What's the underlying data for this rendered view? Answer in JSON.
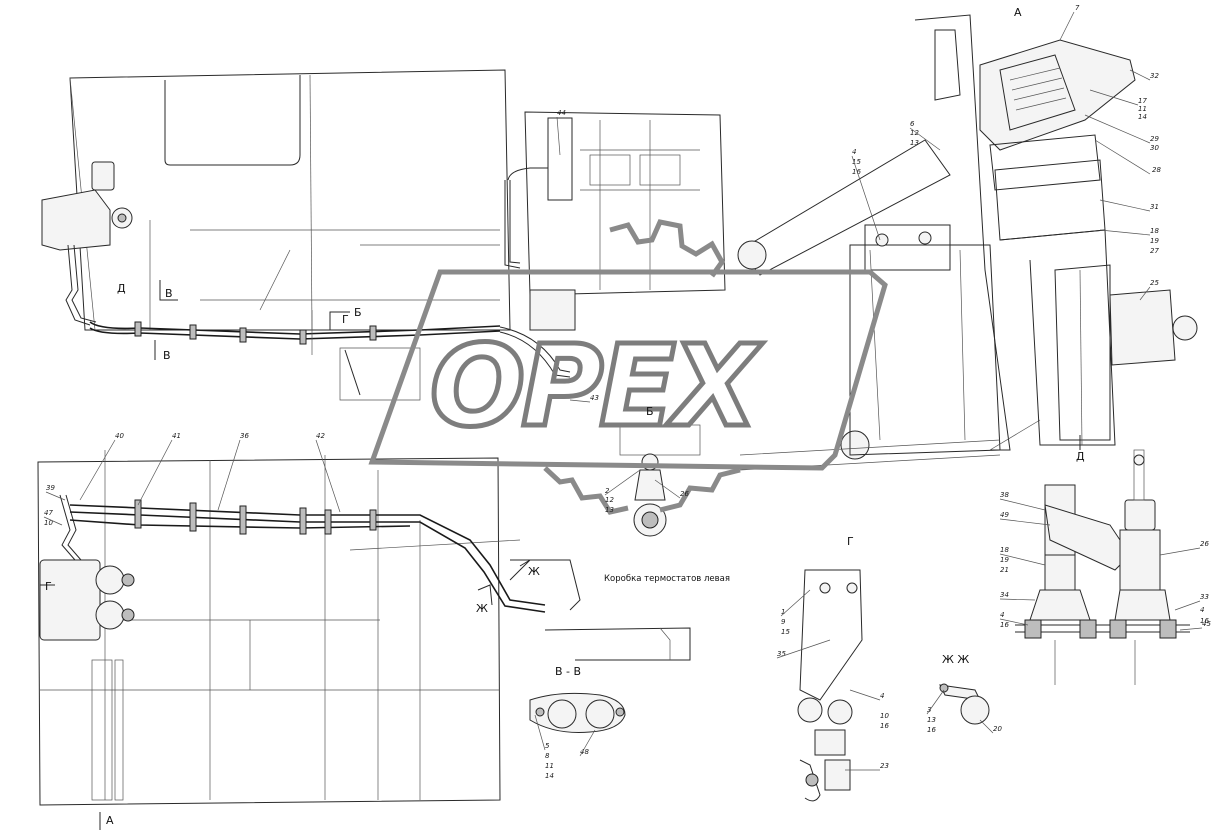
{
  "sections": {
    "a_top": "А",
    "a_bottom": "А",
    "b_top": "В",
    "b_bottom": "В",
    "g_arrow": "Г",
    "g_detail": "Г",
    "d_arrow": "Д",
    "d_detail": "Д",
    "b_cut": "Б",
    "b_view": "Б",
    "vv_detail": "В - В",
    "zh_detail": "Ж   Ж",
    "zh_arrow": "Ж"
  },
  "note_thermostat_box": "Коробка термостатов левая",
  "watermark": "OPEX",
  "callouts": {
    "c7": "7",
    "c32": "32",
    "c17": "17",
    "c11": "11",
    "c14a": "14",
    "c29": "29",
    "c30": "30",
    "c28": "28",
    "c31": "31",
    "c18": "18",
    "c19": "19",
    "c27": "27",
    "c25": "25",
    "c6": "6",
    "c12a": "12",
    "c13a": "13",
    "c4a": "4",
    "c15a": "15",
    "c16a": "16",
    "c44": "44",
    "c43": "43",
    "c2": "2",
    "c12b": "12",
    "c13b": "13",
    "c26": "26",
    "c40": "40",
    "c41": "41",
    "c36": "36",
    "c42": "42",
    "c39": "39",
    "c47": "47",
    "c10": "10",
    "c38": "38",
    "c49": "49",
    "c26b": "26",
    "c18b": "18",
    "c19b": "19",
    "c21": "21",
    "c34": "34",
    "c4b": "4",
    "c16b": "16",
    "c33": "33",
    "c4c": "4",
    "c16c": "16",
    "c45": "45",
    "c1": "1",
    "c9": "9",
    "c15b": "15",
    "c35": "35",
    "c4d": "4",
    "c10b": "10",
    "c16d": "16",
    "c23": "23",
    "c5": "5",
    "c8": "8",
    "c11b": "11",
    "c14b": "14",
    "c48": "48",
    "c3": "3",
    "c13c": "13",
    "c16e": "16",
    "c20": "20"
  }
}
